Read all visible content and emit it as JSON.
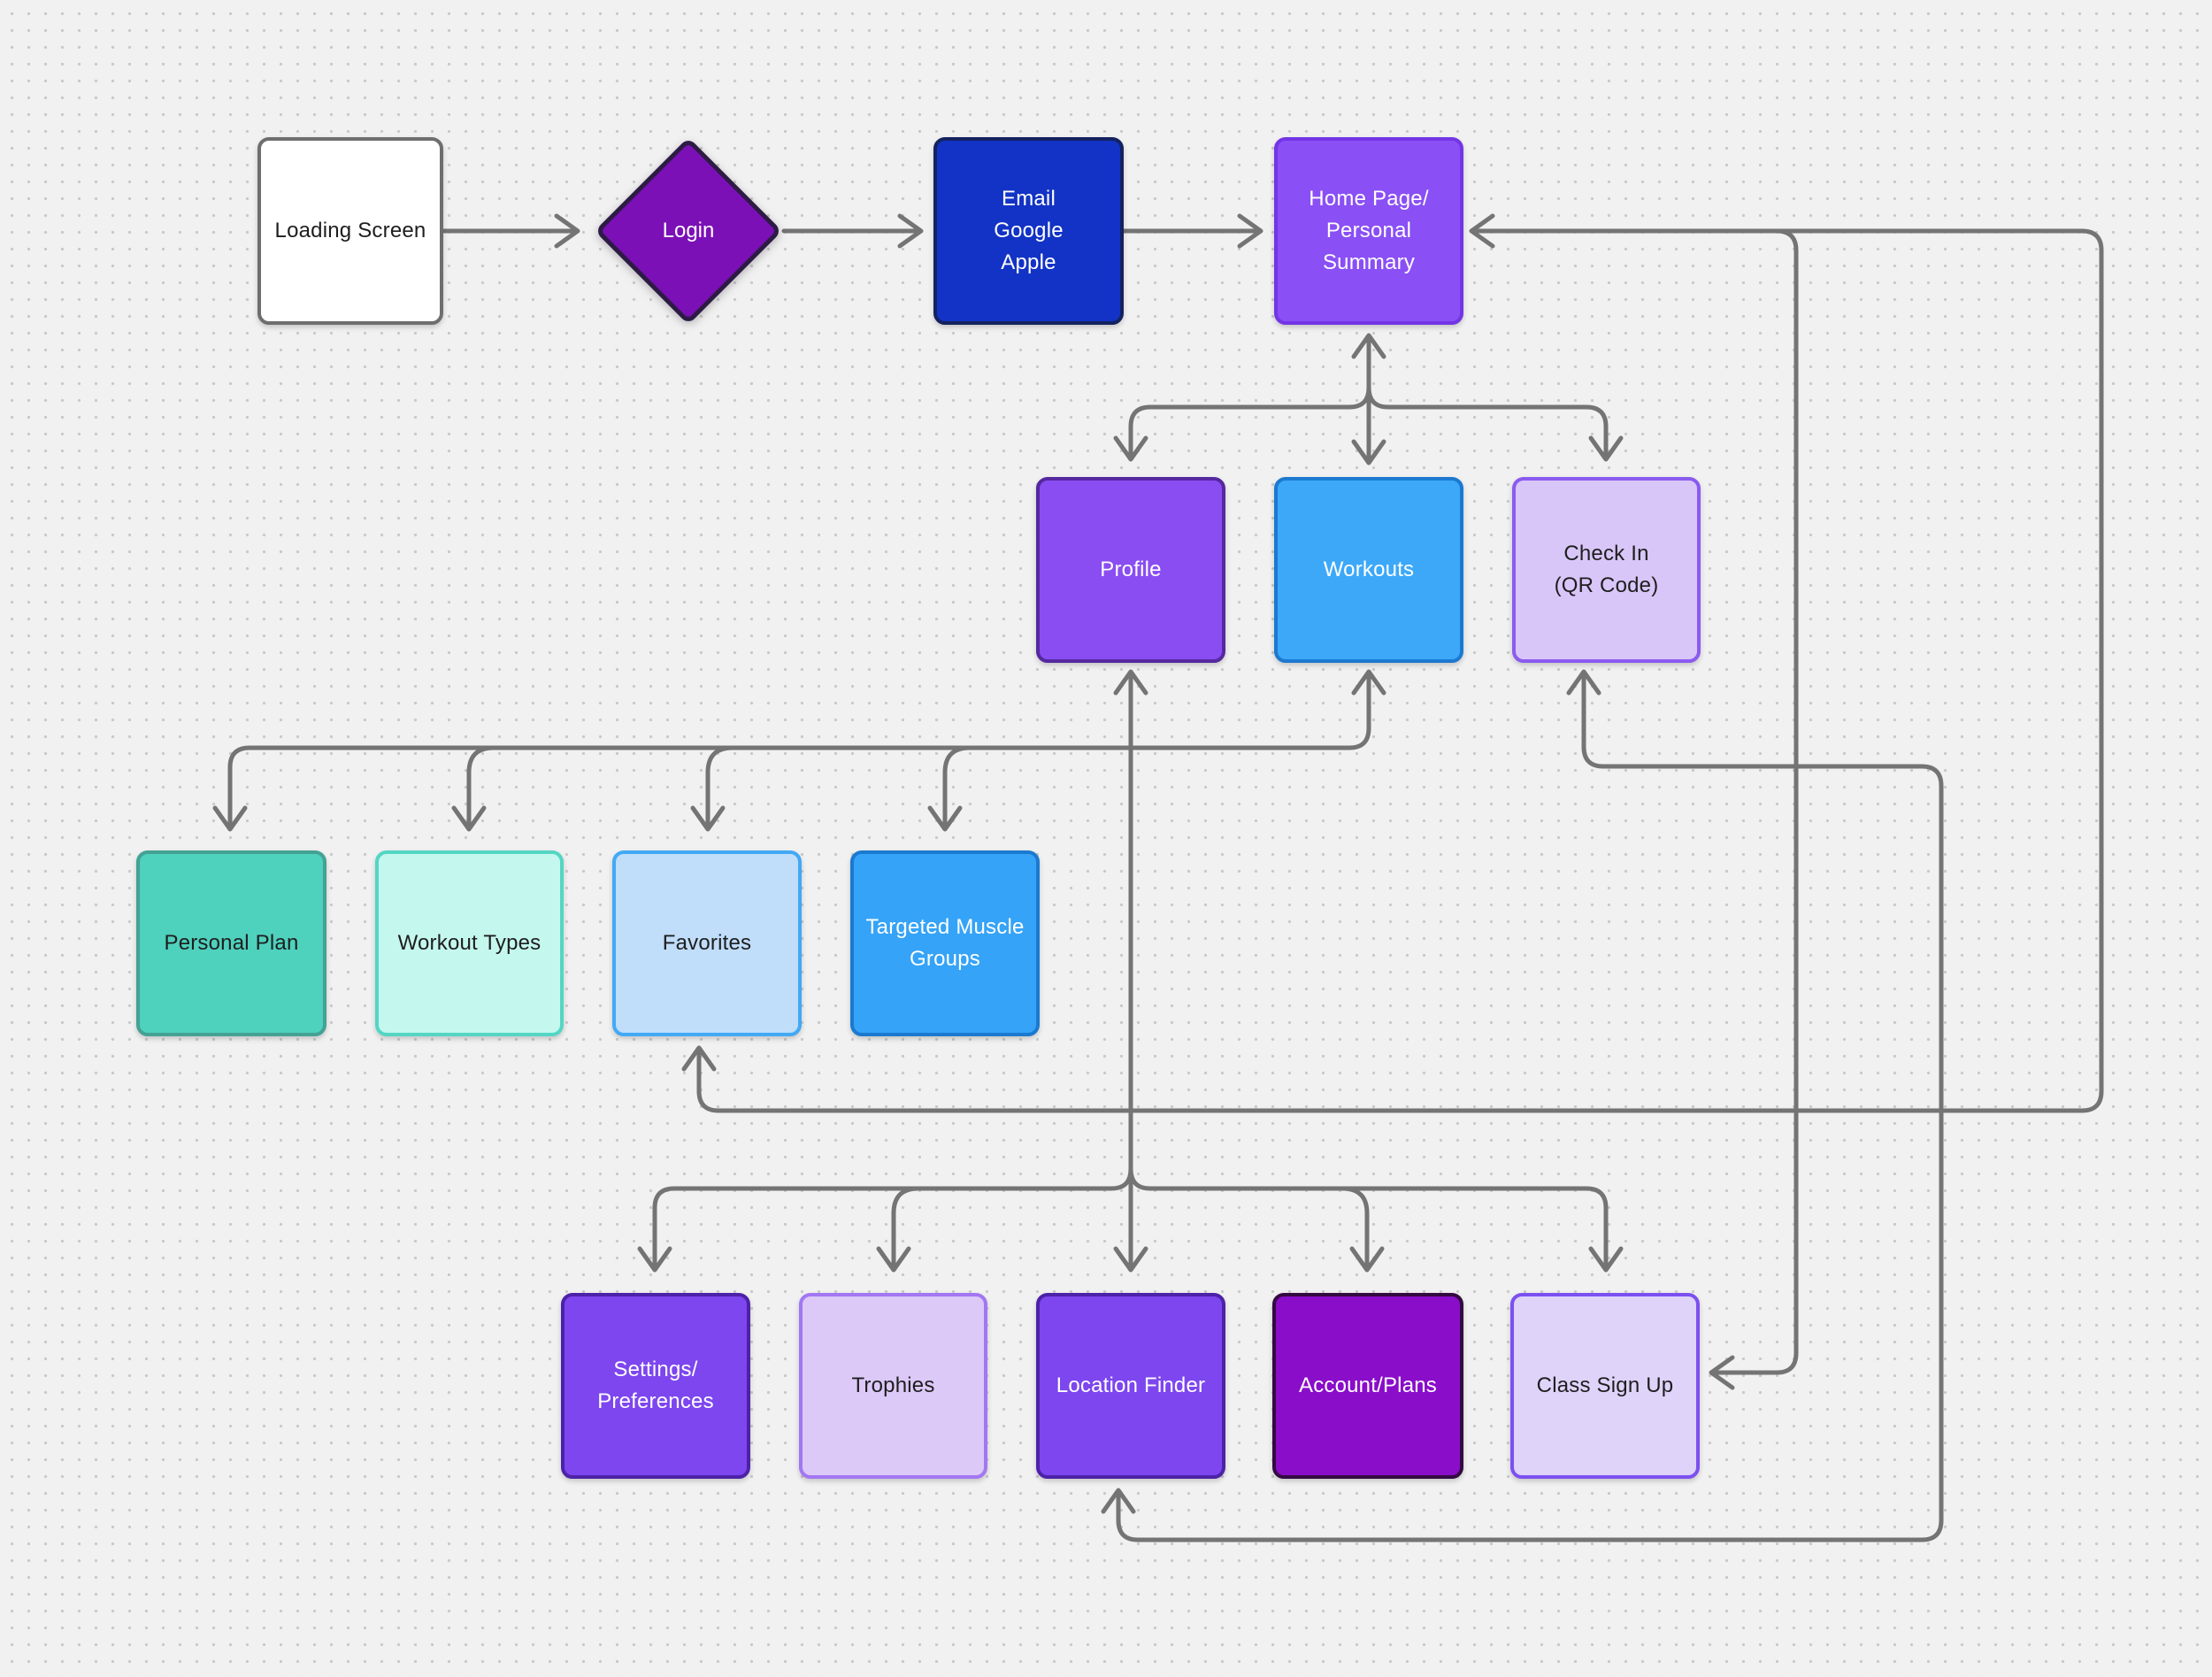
{
  "canvas": {
    "background": "#F1F1F1",
    "dot_color": "#C9C9C9",
    "connector_color": "#747474"
  },
  "nodes": {
    "loading_screen": {
      "label": "Loading Screen",
      "shape": "rectangle",
      "fill": "#FFFFFF",
      "border": "#6E6E6E",
      "text_color": "#1E1E1E"
    },
    "login": {
      "label": "Login",
      "shape": "diamond",
      "fill": "#7B10B7",
      "border": "#2D1B45",
      "text_color": "#FFFFFF"
    },
    "auth_options": {
      "label": "Email\nGoogle\nApple",
      "shape": "rectangle",
      "fill": "#1233C5",
      "border": "#14225F",
      "text_color": "#FFFFFF"
    },
    "home": {
      "label": "Home Page/\nPersonal Summary",
      "shape": "rectangle",
      "fill": "#8A4FF5",
      "border": "#7335E5",
      "text_color": "#FFFFFF"
    },
    "profile": {
      "label": "Profile",
      "shape": "rectangle",
      "fill": "#8A4DF2",
      "border": "#55289F",
      "text_color": "#FFFFFF"
    },
    "workouts": {
      "label": "Workouts",
      "shape": "rectangle",
      "fill": "#3DA8F8",
      "border": "#1B79D0",
      "text_color": "#FFFFFF"
    },
    "check_in": {
      "label": "Check In\n(QR Code)",
      "shape": "rectangle",
      "fill": "#D9C6F8",
      "border": "#8A5BF0",
      "text_color": "#1E1E1E"
    },
    "personal_plan": {
      "label": "Personal Plan",
      "shape": "rectangle",
      "fill": "#4ED1BD",
      "border": "#43A294",
      "text_color": "#1E1E1E"
    },
    "workout_types": {
      "label": "Workout Types",
      "shape": "rectangle",
      "fill": "#C4F8EE",
      "border": "#54D6C4",
      "text_color": "#1E1E1E"
    },
    "favorites": {
      "label": "Favorites",
      "shape": "rectangle",
      "fill": "#C0DDFA",
      "border": "#42A9F5",
      "text_color": "#1E1E1E"
    },
    "targeted_muscle_groups": {
      "label": "Targeted Muscle\nGroups",
      "shape": "rectangle",
      "fill": "#35A3F7",
      "border": "#1B79D0",
      "text_color": "#FFFFFF"
    },
    "settings_preferences": {
      "label": "Settings/\nPreferences",
      "shape": "rectangle",
      "fill": "#7D46EF",
      "border": "#4C22A8",
      "text_color": "#FFFFFF"
    },
    "trophies": {
      "label": "Trophies",
      "shape": "rectangle",
      "fill": "#DCC9F8",
      "border": "#A277F2",
      "text_color": "#1E1E1E"
    },
    "location_finder": {
      "label": "Location Finder",
      "shape": "rectangle",
      "fill": "#7D46EF",
      "border": "#4C22A8",
      "text_color": "#FFFFFF"
    },
    "account_plans": {
      "label": "Account/Plans",
      "shape": "rectangle",
      "fill": "#8A0DC9",
      "border": "#330A42",
      "text_color": "#FFFFFF"
    },
    "class_sign_up": {
      "label": "Class Sign Up",
      "shape": "rectangle",
      "fill": "#DFD3FA",
      "border": "#7C50F0",
      "text_color": "#1E1E1E"
    }
  },
  "edges": [
    {
      "from": "loading_screen",
      "to": "login",
      "arrows": "end"
    },
    {
      "from": "login",
      "to": "auth_options",
      "arrows": "end"
    },
    {
      "from": "auth_options",
      "to": "home",
      "arrows": "end"
    },
    {
      "from": "home",
      "to": "workouts",
      "arrows": "both"
    },
    {
      "from": "home",
      "to": "profile",
      "arrows": "end"
    },
    {
      "from": "home",
      "to": "check_in",
      "arrows": "end"
    },
    {
      "from": "workouts",
      "to": "personal_plan",
      "arrows": "both"
    },
    {
      "from": "workouts",
      "to": "workout_types",
      "arrows": "end"
    },
    {
      "from": "workouts",
      "to": "favorites",
      "arrows": "end"
    },
    {
      "from": "workouts",
      "to": "targeted_muscle_groups",
      "arrows": "end"
    },
    {
      "from": "profile",
      "to": "location_finder",
      "arrows": "both"
    },
    {
      "from": "profile",
      "to": "settings_preferences",
      "arrows": "end"
    },
    {
      "from": "profile",
      "to": "trophies",
      "arrows": "end"
    },
    {
      "from": "profile",
      "to": "account_plans",
      "arrows": "end"
    },
    {
      "from": "profile",
      "to": "class_sign_up",
      "arrows": "end"
    },
    {
      "from": "location_finder",
      "to": "check_in",
      "arrows": "both"
    },
    {
      "from": "favorites",
      "to": "home",
      "arrows": "both"
    },
    {
      "from": "home",
      "to": "class_sign_up",
      "arrows": "end"
    }
  ]
}
